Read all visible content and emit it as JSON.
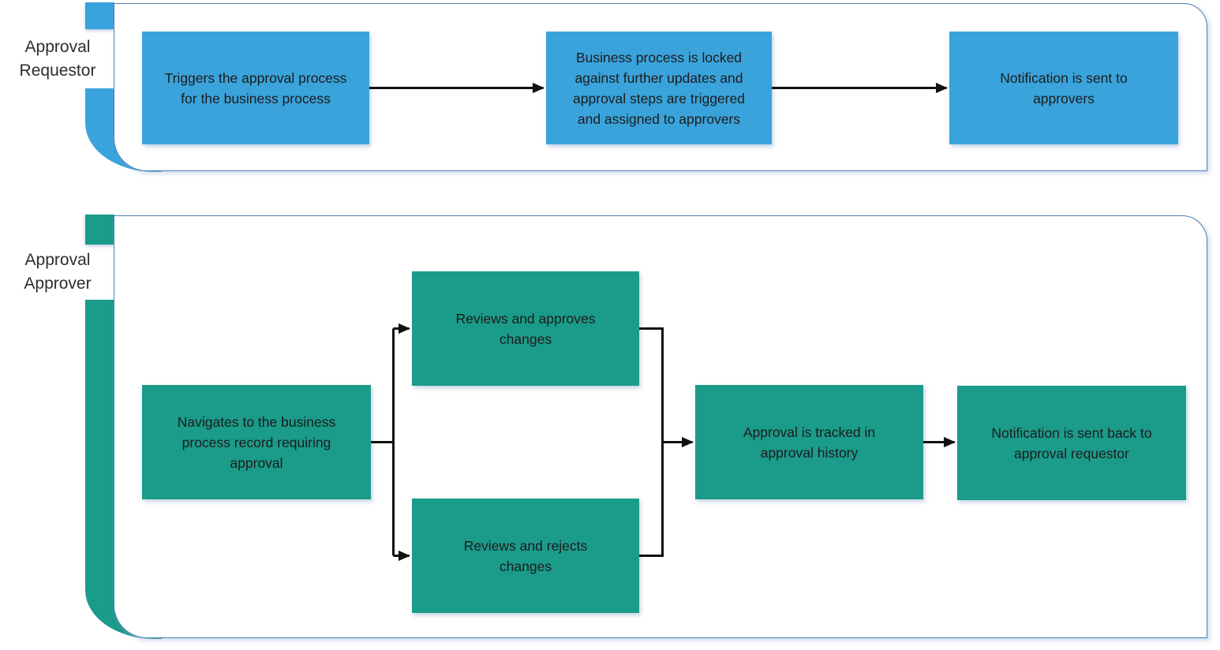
{
  "diagram": {
    "type": "swimlane-flowchart",
    "colors": {
      "background": "#ffffff",
      "lane_border": "#4d80b3",
      "requestor_fill": "#3aa3dc",
      "approver_fill": "#1b9b8a",
      "connector": "#111111"
    },
    "lanes": [
      {
        "id": "approval-requestor",
        "label": "Approval Requestor",
        "color": "#3aa3dc",
        "nodes": [
          {
            "id": "r1",
            "label": "Triggers the approval process for the business process"
          },
          {
            "id": "r2",
            "label": "Business process is locked against further updates and approval steps are triggered and assigned to approvers"
          },
          {
            "id": "r3",
            "label": "Notification is sent to approvers"
          }
        ]
      },
      {
        "id": "approval-approver",
        "label": "Approval Approver",
        "color": "#1b9b8a",
        "nodes": [
          {
            "id": "a1",
            "label": "Navigates to the business process record requiring approval"
          },
          {
            "id": "a2",
            "label": "Reviews and approves changes"
          },
          {
            "id": "a3",
            "label": "Reviews and rejects changes"
          },
          {
            "id": "a4",
            "label": "Approval is tracked in approval history"
          },
          {
            "id": "a5",
            "label": "Notification is sent back to approval requestor"
          }
        ]
      }
    ],
    "edges": [
      {
        "from": "r1",
        "to": "r2"
      },
      {
        "from": "r2",
        "to": "r3"
      },
      {
        "from": "a1",
        "to": "a2"
      },
      {
        "from": "a1",
        "to": "a3"
      },
      {
        "from": "a2",
        "to": "a4"
      },
      {
        "from": "a3",
        "to": "a4"
      },
      {
        "from": "a4",
        "to": "a5"
      }
    ]
  }
}
